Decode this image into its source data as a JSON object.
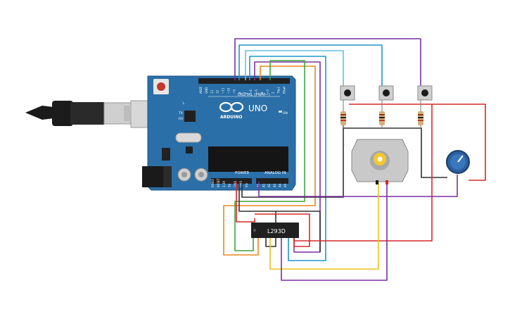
{
  "board": {
    "logo_text": "UNO",
    "brand_text": "ARDUINO",
    "digital_label": "DIGITAL (PWM~)",
    "power_label": "POWER",
    "analog_label": "ANALOG IN",
    "on_label": "ON",
    "led_l": "L",
    "led_tx": "TX",
    "led_rx": "RX",
    "digital_pins": [
      "AREF",
      "GND",
      "13",
      "12",
      "~11",
      "~10",
      "~9",
      "8",
      "7",
      "~6",
      "~5",
      "4",
      "~3",
      "2",
      "TX▸1",
      "RX◂0"
    ],
    "power_pins": [
      "IOREF",
      "RESET",
      "3.3V",
      "5V",
      "GND",
      "GND",
      "Vin"
    ],
    "analog_pins": [
      "A0",
      "A1",
      "A2",
      "A3",
      "A4",
      "A5"
    ]
  },
  "driver_chip": {
    "label": "L293D"
  },
  "colors": {
    "board_blue": "#2a6fa8",
    "wire_red": "#d62828",
    "wire_orange": "#e8871e",
    "wire_green": "#3aa63a",
    "wire_blue": "#1f95c9",
    "wire_lightblue": "#5ec3dc",
    "wire_purple": "#7b2fa0",
    "wire_yellow": "#e8c21e",
    "wire_black": "#303030"
  }
}
